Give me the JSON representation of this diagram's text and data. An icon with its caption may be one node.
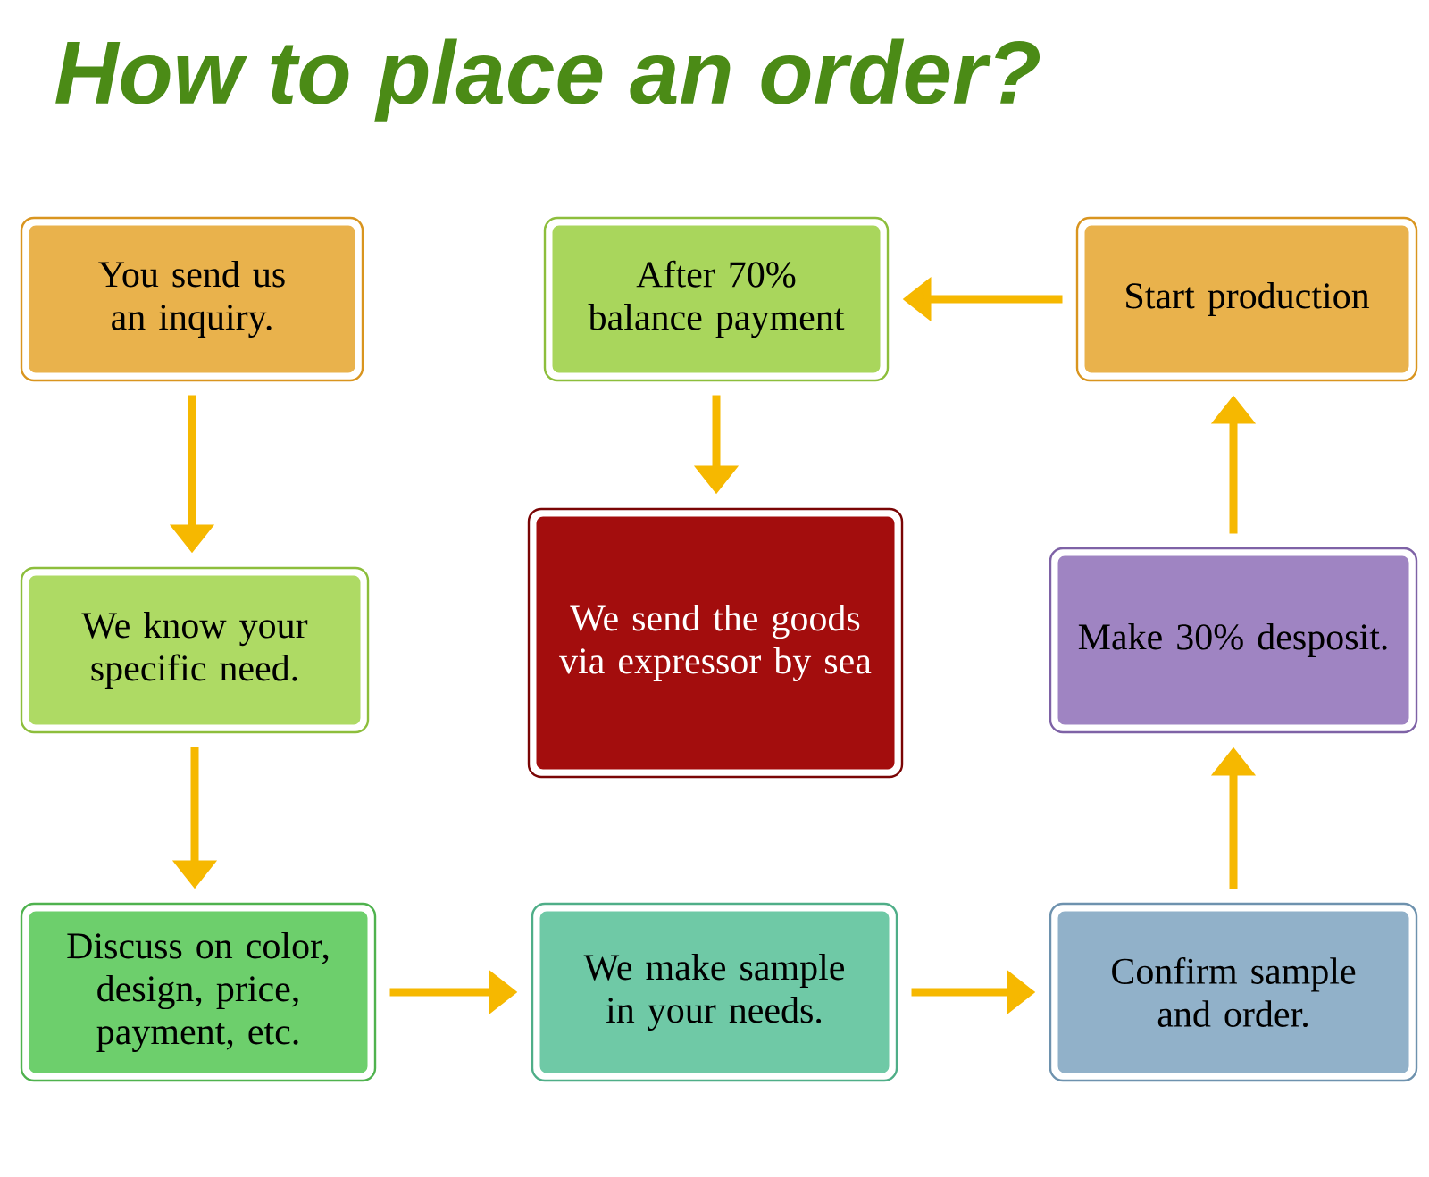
{
  "diagram": {
    "title": "How to place an order?",
    "nodes": [
      {
        "text": [
          "You send us an inquiry."
        ]
      },
      {
        "text": [
          "After 70% balance payment"
        ]
      },
      {
        "text": [
          "Start production"
        ]
      },
      {
        "text": [
          "We know your specific need."
        ]
      },
      {
        "text": [
          "We send the goods via expressor by sea"
        ]
      },
      {
        "text": [
          "Make 30% desposit."
        ]
      },
      {
        "text": [
          "Discuss on color, design, price, payment, etc."
        ]
      },
      {
        "text": [
          "We make sample in your needs."
        ]
      },
      {
        "text": [
          "Confirm sample and order."
        ]
      }
    ],
    "edges": [
      {
        "from": 0,
        "to": 3,
        "arrow": "to"
      },
      {
        "from": 3,
        "to": 6,
        "arrow": "to"
      },
      {
        "from": 6,
        "to": 7,
        "arrow": "to"
      },
      {
        "from": 7,
        "to": 8,
        "arrow": "to"
      },
      {
        "from": 8,
        "to": 5,
        "arrow": "to"
      },
      {
        "from": 5,
        "to": 2,
        "arrow": "to"
      },
      {
        "from": 2,
        "to": 1,
        "arrow": "to"
      },
      {
        "from": 1,
        "to": 4,
        "arrow": "to"
      }
    ]
  }
}
